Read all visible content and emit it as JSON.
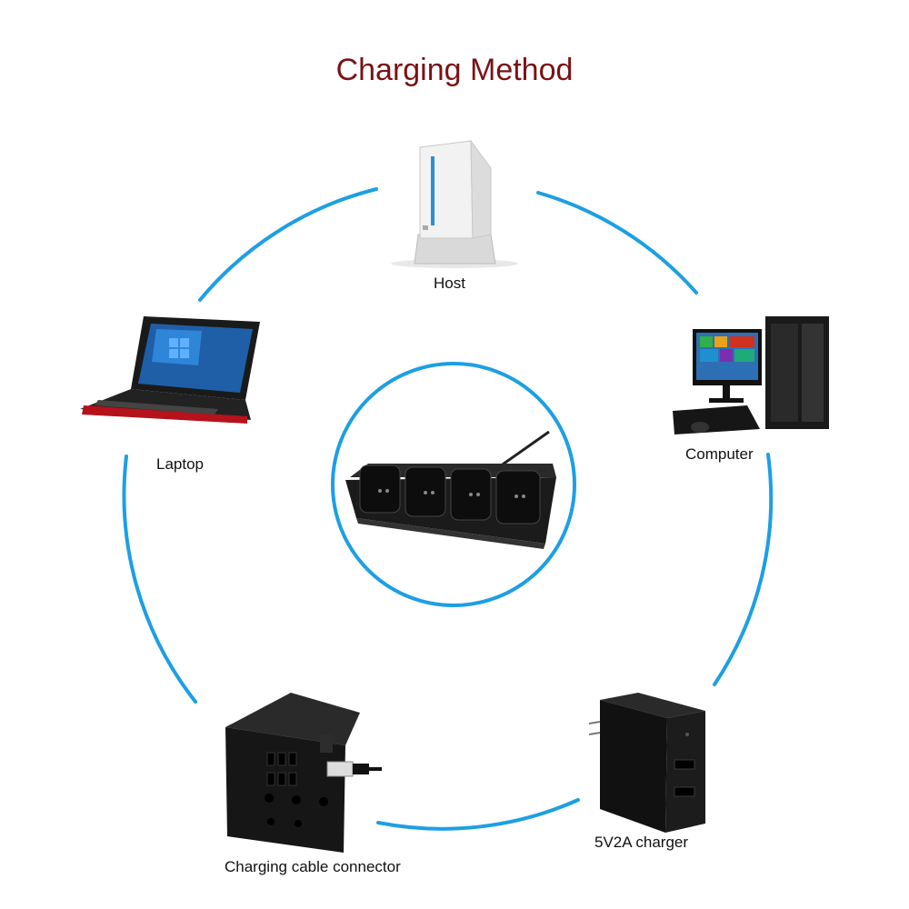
{
  "title": "Charging Method",
  "colors": {
    "title": "#7a1216",
    "ring": "#1d9fe3"
  },
  "nodes": {
    "host": {
      "label": "Host",
      "icon": "game-console-icon"
    },
    "computer": {
      "label": "Computer",
      "icon": "desktop-computer-icon"
    },
    "laptop": {
      "label": "Laptop",
      "icon": "laptop-icon"
    },
    "charger": {
      "label": "5V2A charger",
      "icon": "wall-charger-icon"
    },
    "connector": {
      "label": "Charging cable connector",
      "icon": "power-strip-icon"
    },
    "center": {
      "icon": "charging-dock-icon"
    }
  }
}
